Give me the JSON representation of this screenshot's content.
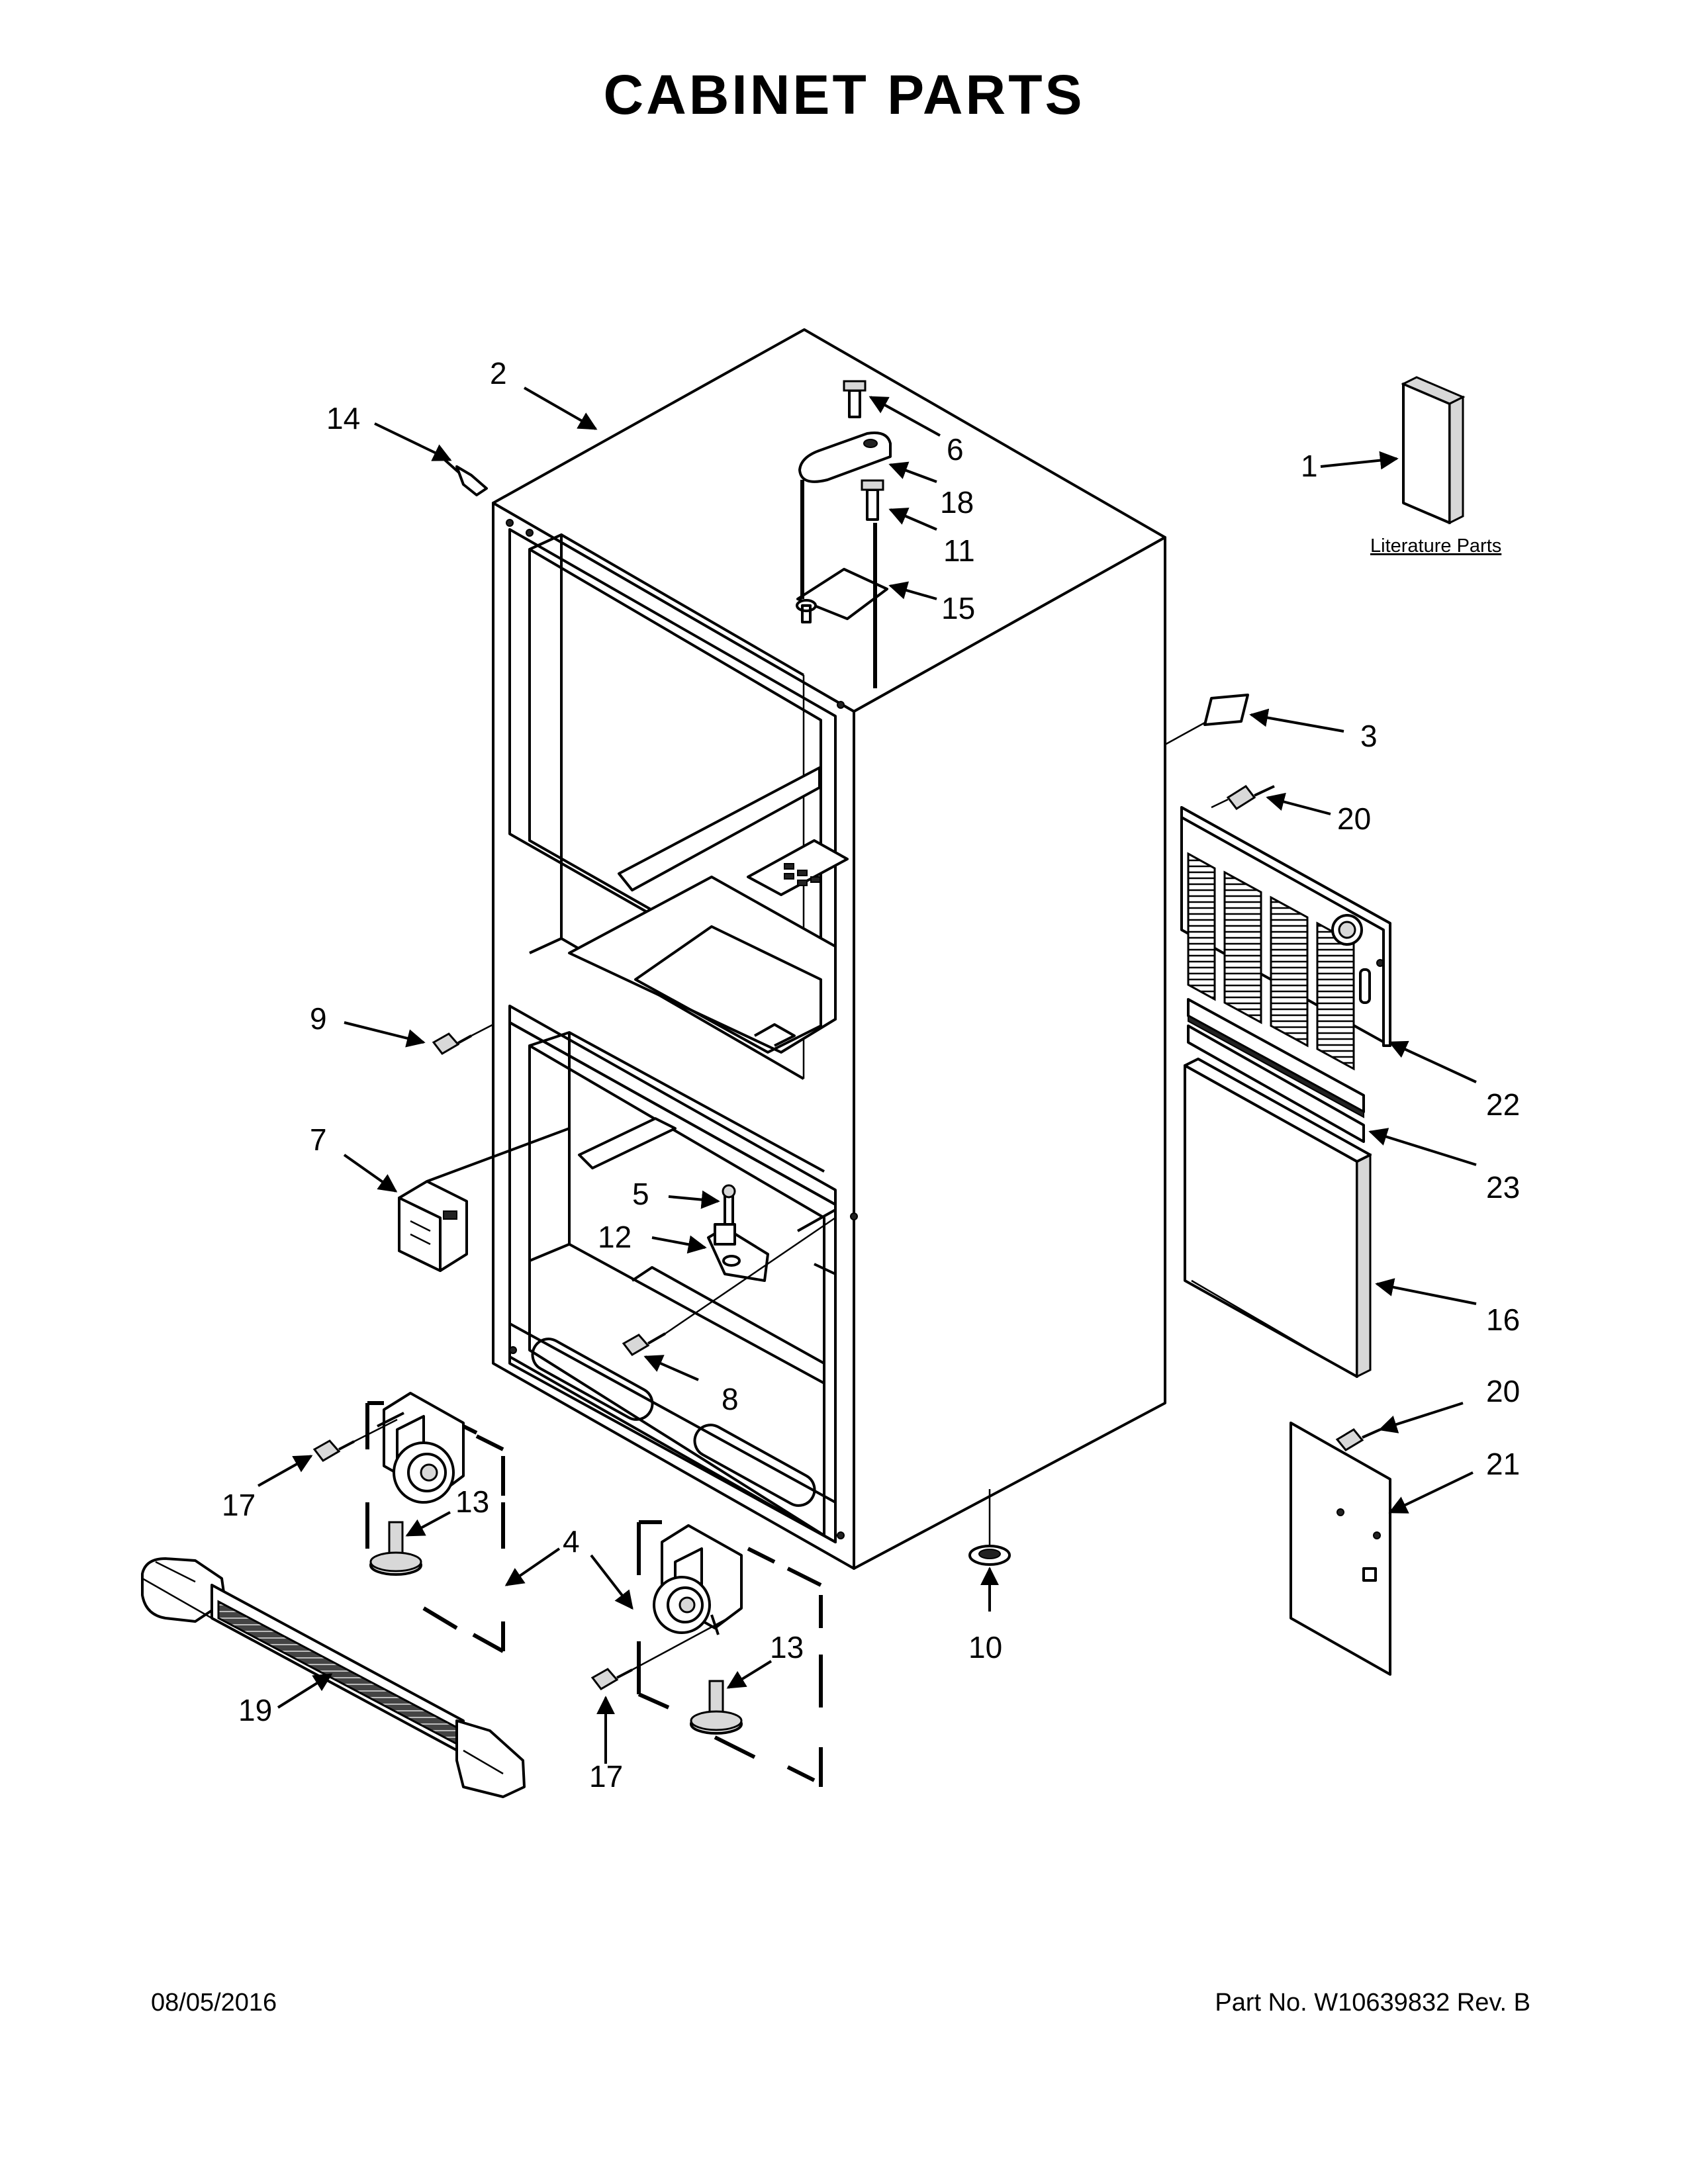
{
  "page": {
    "title": "CABINET PARTS",
    "date": "08/05/2016",
    "part_number": "Part No.  W10639832  Rev.  B"
  },
  "literature_label": "Literature Parts",
  "callouts": {
    "c1": "1",
    "c2": "2",
    "c3": "3",
    "c4": "4",
    "c5": "5",
    "c6": "6",
    "c7": "7",
    "c8": "8",
    "c9": "9",
    "c10": "10",
    "c11": "11",
    "c12": "12",
    "c13a": "13",
    "c13b": "13",
    "c14": "14",
    "c15": "15",
    "c16": "16",
    "c17a": "17",
    "c17b": "17",
    "c18": "18",
    "c19": "19",
    "c20a": "20",
    "c20b": "20",
    "c21": "21",
    "c22": "22",
    "c23": "23"
  }
}
